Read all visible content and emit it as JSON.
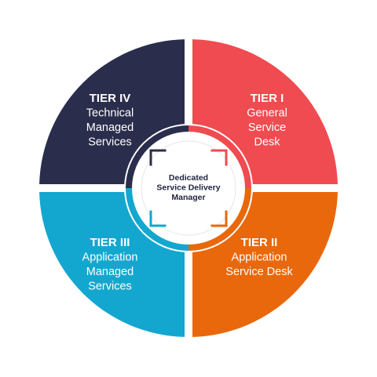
{
  "center": {
    "lines": [
      "Dedicated",
      "Service Delivery",
      "Manager"
    ]
  },
  "quadrants": [
    {
      "id": "tier-iv",
      "position": "top-left",
      "color": "#2b2d4c",
      "heading": "TIER IV",
      "lines": [
        "Technical",
        "Managed",
        "Services"
      ]
    },
    {
      "id": "tier-i",
      "position": "top-right",
      "color": "#ef4b50",
      "heading": "TIER I",
      "lines": [
        "General",
        "Service",
        "Desk"
      ]
    },
    {
      "id": "tier-iii",
      "position": "bottom-left",
      "color": "#13a7cf",
      "heading": "TIER III",
      "lines": [
        "Application",
        "Managed",
        "Services"
      ]
    },
    {
      "id": "tier-ii",
      "position": "bottom-right",
      "color": "#e8680b",
      "heading": "TIER II",
      "lines": [
        "Application",
        "Service Desk"
      ]
    }
  ]
}
